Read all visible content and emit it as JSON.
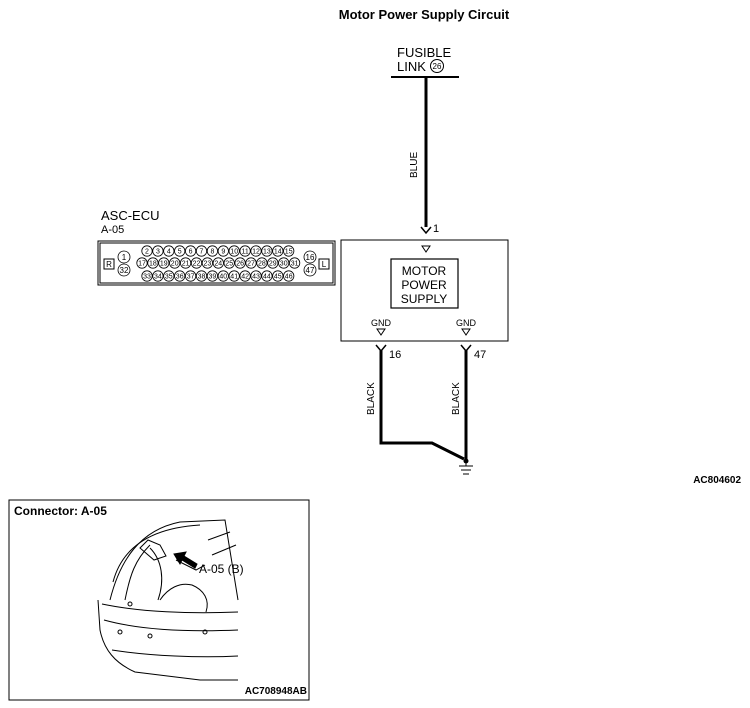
{
  "title": "Motor Power Supply Circuit",
  "fusible_link": {
    "label_line1": "FUSIBLE",
    "label_line2": "LINK",
    "number": "26"
  },
  "wires": {
    "blue": "BLUE",
    "black_left": "BLACK",
    "black_right": "BLACK"
  },
  "pins": {
    "power_in": "1",
    "gnd_left": "16",
    "gnd_right": "47"
  },
  "ecu": {
    "name": "ASC-ECU",
    "connector_id": "A-05",
    "motor_block_line1": "MOTOR",
    "motor_block_line2": "POWER",
    "motor_block_line3": "SUPPLY",
    "gnd_label_left": "GND",
    "gnd_label_right": "GND"
  },
  "connector_face": {
    "side_left": "R",
    "side_right": "L",
    "left_pins": [
      "1",
      "32"
    ],
    "right_pins": [
      "16",
      "47"
    ],
    "row1": [
      "2",
      "3",
      "4",
      "5",
      "6",
      "7",
      "8",
      "9",
      "10",
      "11",
      "12",
      "13",
      "14",
      "15"
    ],
    "row2": [
      "17",
      "18",
      "19",
      "20",
      "21",
      "22",
      "23",
      "24",
      "25",
      "26",
      "27",
      "28",
      "29",
      "30",
      "31"
    ],
    "row3": [
      "33",
      "34",
      "35",
      "36",
      "37",
      "38",
      "39",
      "40",
      "41",
      "42",
      "43",
      "44",
      "45",
      "46"
    ]
  },
  "figure_code_main": "AC804602",
  "connector_inset": {
    "title": "Connector: A-05",
    "callout": "A-05 (B)",
    "figure_code": "AC708948AB"
  }
}
